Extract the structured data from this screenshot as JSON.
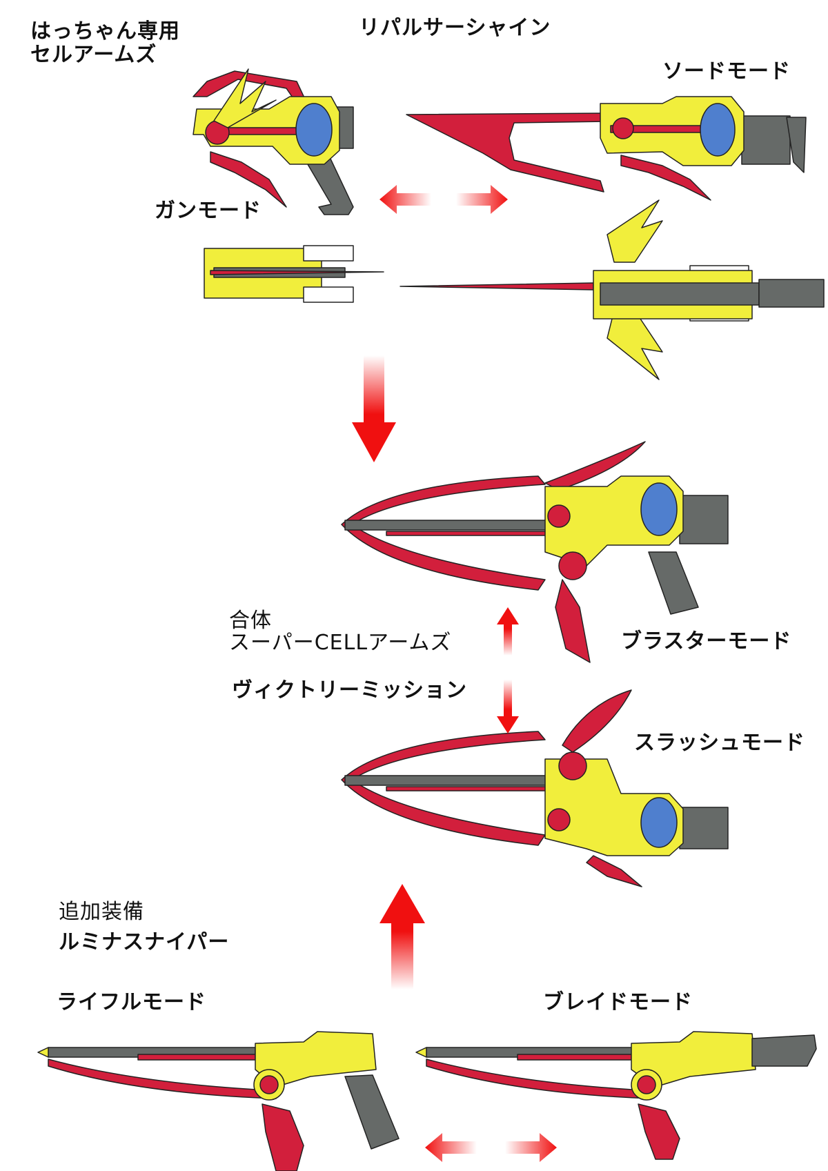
{
  "title": {
    "line1": "はっちゃん専用",
    "line2": "セルアームズ"
  },
  "weapon1": {
    "name": "リパルサーシャイン",
    "mode_gun": "ガンモード",
    "mode_sword": "ソードモード"
  },
  "combined": {
    "line1": "合体",
    "line2": "スーパーCELLアームズ",
    "name": "ヴィクトリーミッション",
    "mode_blaster": "ブラスターモード",
    "mode_slash": "スラッシュモード"
  },
  "extra": {
    "line1": "追加装備",
    "name": "ルミナスナイパー",
    "mode_rifle": "ライフルモード",
    "mode_blade": "ブレイドモード"
  },
  "colors": {
    "red": "#d21f3c",
    "yellow": "#f1ee3c",
    "gray": "#666a68",
    "blue": "#4f7fce",
    "arrow": "#f01010"
  }
}
